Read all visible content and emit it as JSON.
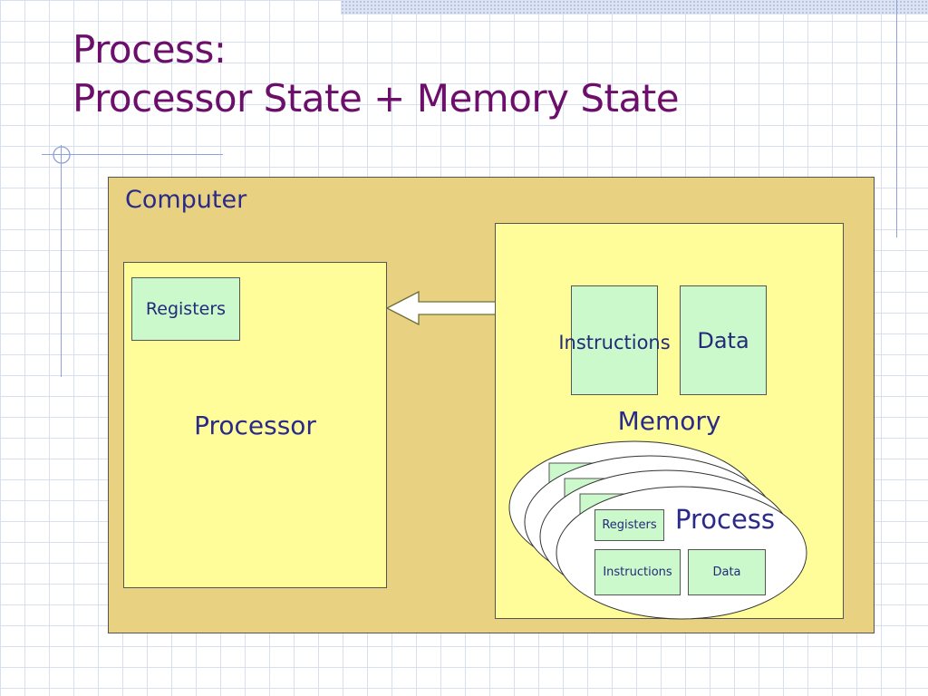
{
  "slide": {
    "title_line1": "Process:",
    "title_line2": "Processor State + Memory State"
  },
  "diagram": {
    "computer_label": "Computer",
    "processor": {
      "label": "Processor",
      "registers_label": "Registers"
    },
    "memory": {
      "label": "Memory",
      "instructions_label": "Instructions",
      "data_label": "Data"
    },
    "process": {
      "label": "Process",
      "registers_label": "Registers",
      "instructions_label": "Instructions",
      "data_label": "Data"
    }
  },
  "colors": {
    "title": "#6b0f6b",
    "text": "#2a2a8a",
    "computer_fill": "#e8d281",
    "component_fill": "#fefd9a",
    "state_fill": "#ccf9cc",
    "grid": "#d8dff0"
  }
}
